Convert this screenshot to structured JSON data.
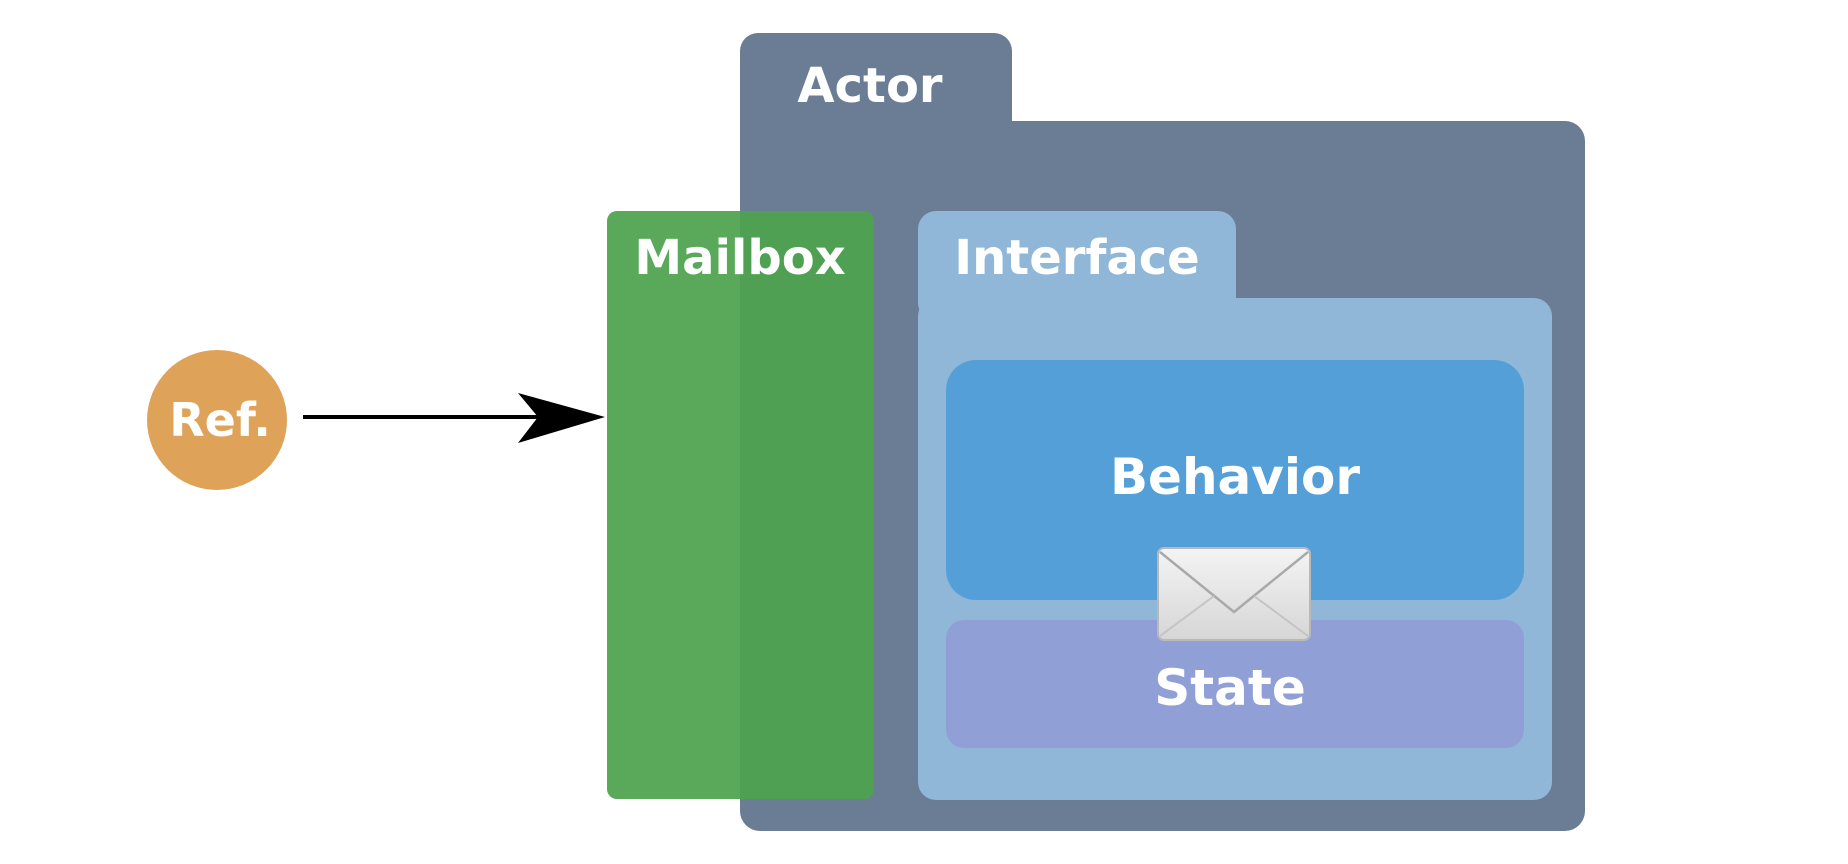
{
  "labels": {
    "actor": "Actor",
    "mailbox": "Mailbox",
    "interface": "Interface",
    "behavior": "Behavior",
    "state": "State",
    "ref": "Ref."
  },
  "colors": {
    "actor": "#6B7D94",
    "mailbox": "#56A05A",
    "interface": "#90B6D8",
    "behavior": "#559FD8",
    "state": "#90A0D6",
    "ref": "#DEA258",
    "arrow": "#000000",
    "text": "#ffffff"
  },
  "icons": {
    "message": "envelope-icon"
  }
}
